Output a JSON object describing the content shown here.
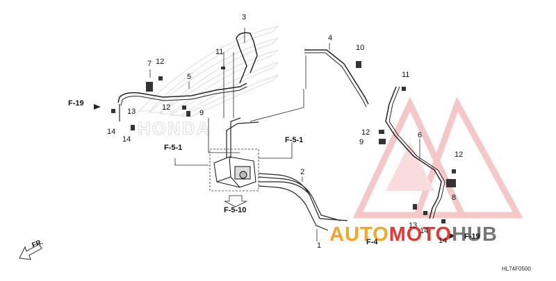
{
  "diagram": {
    "part_numbers": {
      "n1": "1",
      "n2": "2",
      "n3": "3",
      "n4": "4",
      "n5": "5",
      "n6": "6",
      "n7": "7",
      "n8": "8",
      "n9a": "9",
      "n9b": "9",
      "n10": "10",
      "n11a": "11",
      "n11b": "11",
      "n12a": "12",
      "n12b": "12",
      "n12c": "12",
      "n12d": "12",
      "n13a": "13",
      "n13b": "13",
      "n14a": "14",
      "n14b": "14",
      "n14c": "14",
      "n14d": "14"
    },
    "references": {
      "f19_left": "F-19",
      "f51_left": "F-5-1",
      "f51_right": "F-5-1",
      "f510": "F-5-10",
      "f4": "F-4",
      "f19_right": "F-19",
      "fr": "FR."
    },
    "diagram_code": "HL74F0500"
  },
  "watermark": {
    "part1": "AUTO",
    "part2": "MOTO",
    "part3": "HUB",
    "accent_color": "#f5a623",
    "red_color": "#e53935",
    "gray_color": "#777777"
  },
  "background_logo": "HONDA"
}
